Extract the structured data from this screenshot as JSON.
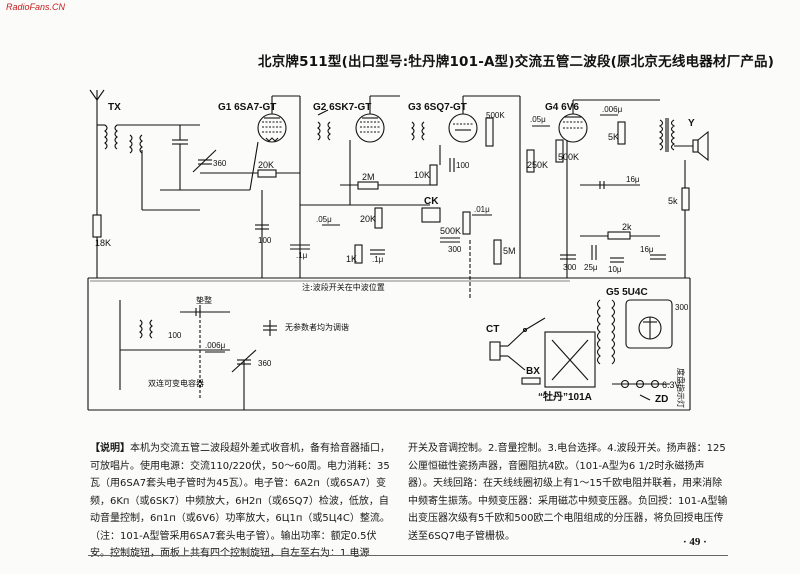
{
  "watermark": "RadioFans.CN",
  "title": "北京牌511型(出口型号:牡丹牌101-A型)交流五管二波段(原北京无线电器材厂产品)",
  "tubes": [
    "G1 6SA7-GT",
    "G2 6SK7-GT",
    "G3 6SQ7-GT",
    "G4 6V6",
    "G5 5U4C"
  ],
  "labels": {
    "tx": "TX",
    "ct": "CT",
    "bx": "BX",
    "zd": "ZD",
    "y": "Y",
    "ck": "CK",
    "model": "“牡丹”101A",
    "r20k": "20K",
    "r18k": "18K",
    "r2m": "2M",
    "r20k2": "20K",
    "r10k": "10K",
    "r1k": "1K",
    "r5m": "5M",
    "r500k": "500K",
    "r500k2": "500K",
    "r250k": "250K",
    "r500k3": "500K",
    "r5k": "5K",
    "r5k2": "5k",
    "r2k": "2k",
    "c360a": "360",
    "c360b": "360",
    "c100a": "100",
    "c100b": "100",
    "c100c": "100",
    "c1u": ".1μ",
    "c1u2": ".1μ",
    "c05u": ".05μ",
    "c05u2": ".05μ",
    "c01u": ".01μ",
    "c006u": ".006μ",
    "c006u2": ".006μ",
    "c16u": "16μ",
    "c16u2": "16μ",
    "c25u": "25μ",
    "c300": "300",
    "c300b": "300",
    "c10u": "10μ",
    "v63": "6.3V",
    "note_switch": "注:波段开关在中波位置",
    "note_var": "无参数者均为调谐",
    "note_dual": "双连可变电容器",
    "note_trim": "垫整",
    "note_pilot": "度盘指示灯"
  },
  "description_left": "本机为交流五管二波段超外差式收音机，备有拾音器插口，可放唱片。使用电源：交流110/220伏，50～60周。电力消耗：35瓦（用6SA7套头电子管时为45瓦）。电子管：6A2п（或6SA7）变频，6Kп（或6SK7）中频放大，6H2п（或6SQ7）检波，低放，自动音量控制，6п1п（或6V6）功率放大，6Ц1п（或5Ц4C）整流。（注：101-A型管采用6SA7套头电子管）。输出功率：额定0.5伏安。控制旋钮，面板上共有四个控制旋钮，自左至右为：1.电源",
  "description_label": "【说明】",
  "description_right": "开关及音调控制。2.音量控制。3.电台选择。4.波段开关。扬声器：125公厘恒磁性瓷扬声器，音圈阻抗4欧。（101-A型为6 1/2时永磁扬声器）。天线回路：在天线线圈初级上有1～15千欧电阻并联着，用来消除中频寄生振荡。中频变压器：采用磁芯中频变压器。负回授：101-A型输出变压器次级有5千欧和500欧二个电阻组成的分压器，将负回授电压传送至6SQ7电子管栅极。",
  "page_number": "· 49 ·"
}
